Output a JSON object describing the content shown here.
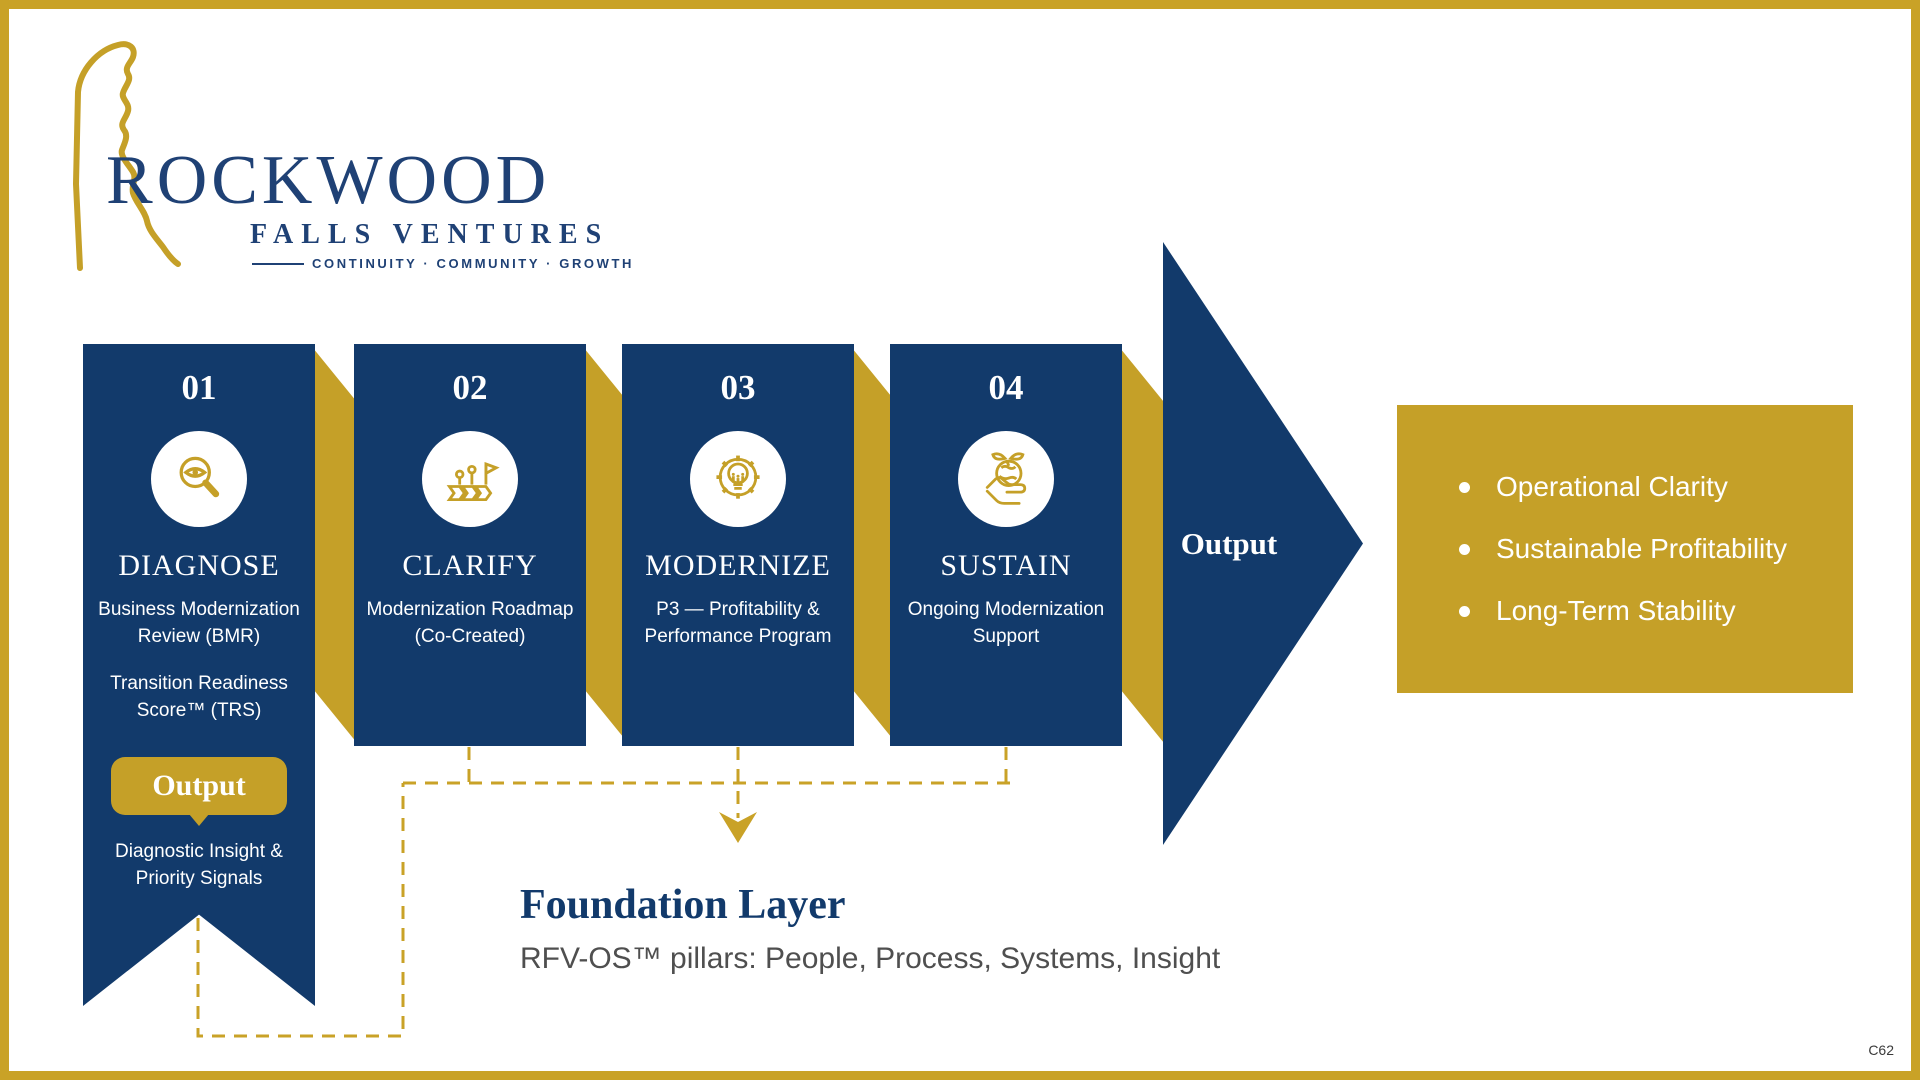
{
  "logo": {
    "name": "ROCKWOOD",
    "subname": "FALLS VENTURES",
    "tagline_words": "CONTINUITY · COMMUNITY · GROWTH",
    "mark": "delaware-outline-icon"
  },
  "steps": [
    {
      "number": "01",
      "title": "DIAGNOSE",
      "icon": "magnifier-eye-icon",
      "lines": [
        "Business Modernization Review (BMR)",
        "Transition Readiness Score™ (TRS)"
      ],
      "output_label": "Output",
      "output_result": "Diagnostic Insight & Priority Signals"
    },
    {
      "number": "02",
      "title": "CLARIFY",
      "icon": "roadmap-flag-icon",
      "lines": [
        "Modernization Roadmap (Co-Created)"
      ]
    },
    {
      "number": "03",
      "title": "MODERNIZE",
      "icon": "gear-lightbulb-icon",
      "lines": [
        "P3 — Profitability & Performance Program"
      ]
    },
    {
      "number": "04",
      "title": "SUSTAIN",
      "icon": "hand-globe-icon",
      "lines": [
        "Ongoing Modernization Support"
      ]
    }
  ],
  "arrow": {
    "label": "Output"
  },
  "benefits": [
    "Operational Clarity",
    "Sustainable Profitability",
    "Long-Term Stability"
  ],
  "foundation": {
    "title": "Foundation Layer",
    "subtitle": "RFV-OS™ pillars: People, Process, Systems, Insight"
  },
  "footnote": "C62",
  "colors": {
    "navy": "#123a6b",
    "gold": "#c5a028",
    "logo_navy": "#1f4175",
    "text_gray": "#4f4f4f",
    "white": "#ffffff"
  }
}
